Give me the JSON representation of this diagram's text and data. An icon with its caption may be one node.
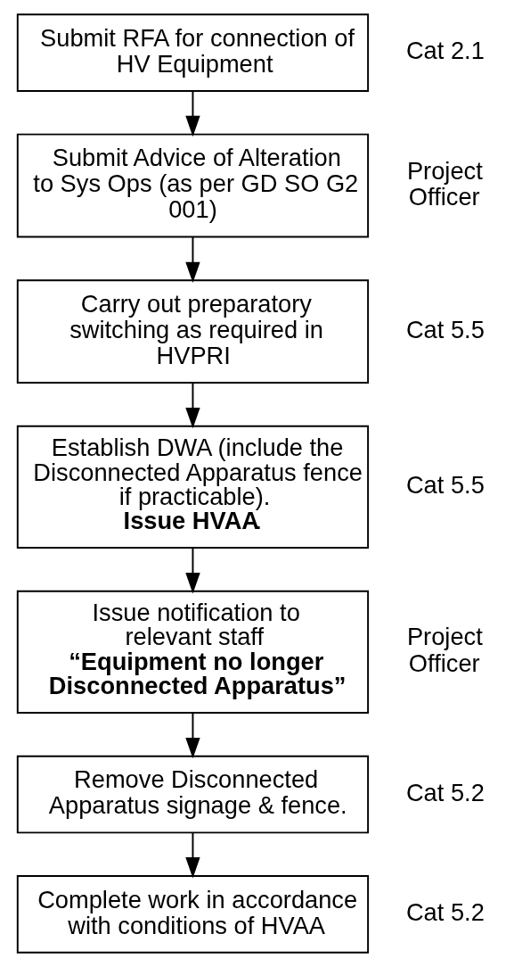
{
  "diagram": {
    "nodes": [
      {
        "text": [
          "Submit RFA for connection of HV Equipment"
        ],
        "beside": [
          "Cat 2.1"
        ]
      },
      {
        "text": [
          "Submit Advice of Alteration to Sys Ops (as per GD SO G2 001)"
        ],
        "beside": [
          "Project Officer"
        ]
      },
      {
        "text": [
          "Carry out preparatory switching as required in HVPRI"
        ],
        "beside": [
          "Cat 5.5"
        ]
      },
      {
        "text": [
          "Establish DWA (include the Disconnected Apparatus fence if practicable). **Issue HVAA**."
        ],
        "beside": [
          "Cat 5.5"
        ]
      },
      {
        "text": [
          "Issue notification to relevant staff **“Equipment no longer Disconnected Apparatus”**"
        ],
        "beside": [
          "Project Officer"
        ]
      },
      {
        "text": [
          "Remove Disconnected Apparatus signage & fence."
        ],
        "beside": [
          "Cat 5.2"
        ]
      },
      {
        "text": [
          "Complete work in accordance with conditions of HVAA"
        ],
        "beside": [
          "Cat 5.2"
        ]
      }
    ],
    "edges": [
      {
        "from": 0,
        "to": 1,
        "arrow": "to"
      },
      {
        "from": 1,
        "to": 2,
        "arrow": "to"
      },
      {
        "from": 2,
        "to": 3,
        "arrow": "to"
      },
      {
        "from": 3,
        "to": 4,
        "arrow": "to"
      },
      {
        "from": 4,
        "to": 5,
        "arrow": "to"
      },
      {
        "from": 5,
        "to": 6,
        "arrow": "to"
      }
    ]
  }
}
